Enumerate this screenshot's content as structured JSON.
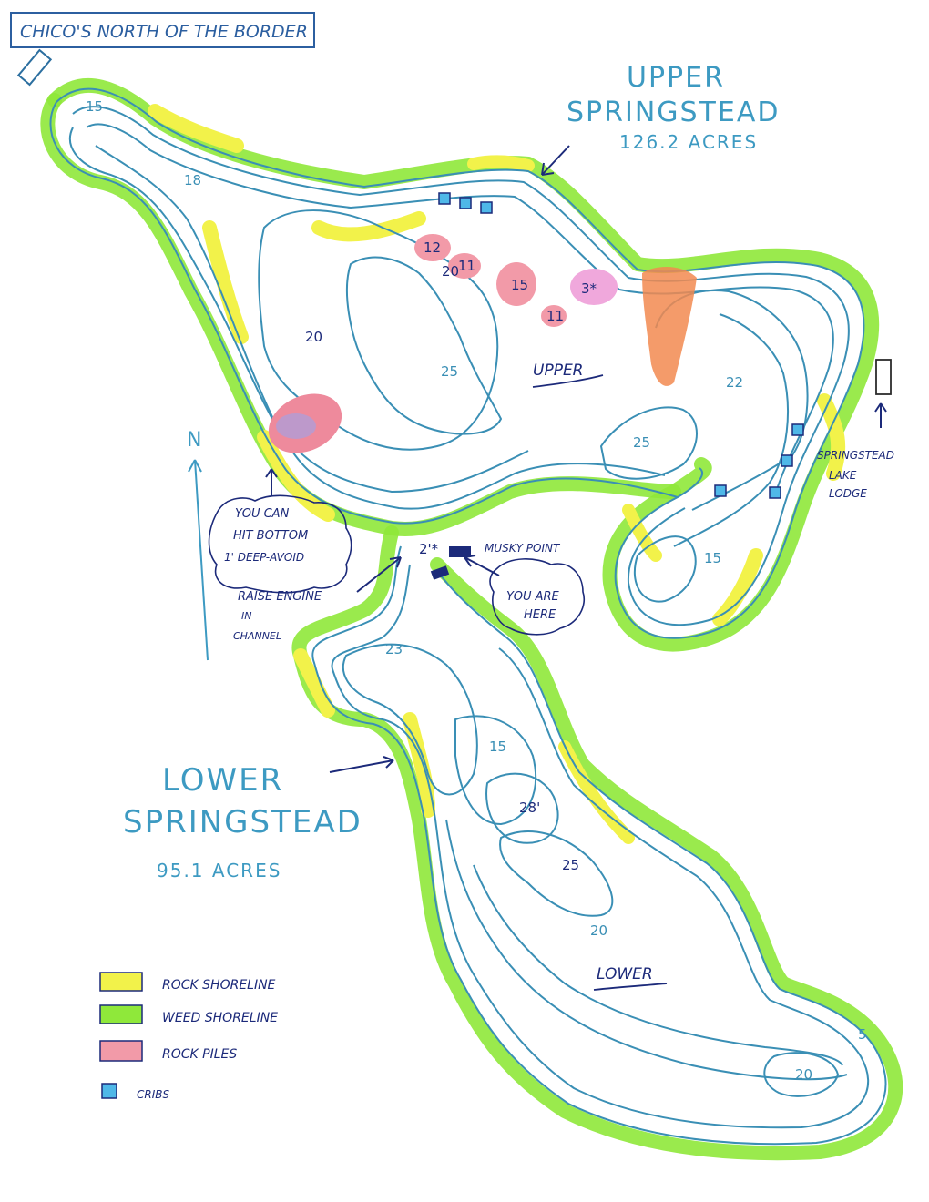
{
  "header": {
    "title": "CHICO'S NORTH OF THE BORDER"
  },
  "lakes": {
    "upper": {
      "name": "UPPER SPRINGSTEAD",
      "area": "126.2 ACRES",
      "label": "UPPER"
    },
    "lower": {
      "name_line1": "LOWER",
      "name_line2": "SPRINGSTEAD",
      "area": "95.1 ACRES",
      "label": "LOWER"
    }
  },
  "depths": {
    "d15_nw": "15",
    "d18": "18",
    "d20_upper": "20",
    "d25_upper": "25",
    "d22": "22",
    "d25_east": "25",
    "d15_east": "15",
    "d12": "12",
    "d20_rock": "20",
    "d11a": "11",
    "d15_rock": "15",
    "d3": "3*",
    "d11b": "11",
    "d23": "23",
    "d15_lower": "15",
    "d28": "28'",
    "d25_lower": "25",
    "d20_lower": "20",
    "d5": "5",
    "d20_se": "20",
    "channel_depth": "2'*"
  },
  "annotations": {
    "north": "N",
    "lodge_line1": "SPRINGSTEAD",
    "lodge_line2": "LAKE",
    "lodge_line3": "LODGE",
    "musky_point": "MUSKY POINT",
    "you_are_here_line1": "YOU ARE",
    "you_are_here_line2": "HERE",
    "warn_line1": "YOU CAN",
    "warn_line2": "HIT BOTTOM",
    "warn_line3": "1' DEEP-AVOID",
    "raise_line1": "RAISE ENGINE",
    "raise_line2": "IN",
    "raise_line3": "CHANNEL"
  },
  "legend": {
    "items": [
      {
        "label": "ROCK SHORELINE",
        "color": "#f2f24a"
      },
      {
        "label": "WEED SHORELINE",
        "color": "#8fe83a"
      },
      {
        "label": "ROCK PILES",
        "color": "#f29aa8"
      },
      {
        "label": "CRIBS",
        "color": "#4fb8e8"
      }
    ]
  },
  "colors": {
    "contour": "#3a8fb5",
    "weed": "#8fe83a",
    "rock": "#f2f24a",
    "rockpile": "#ee8a9c",
    "ink": "#1c2a7a",
    "orange": "#f28a50"
  }
}
